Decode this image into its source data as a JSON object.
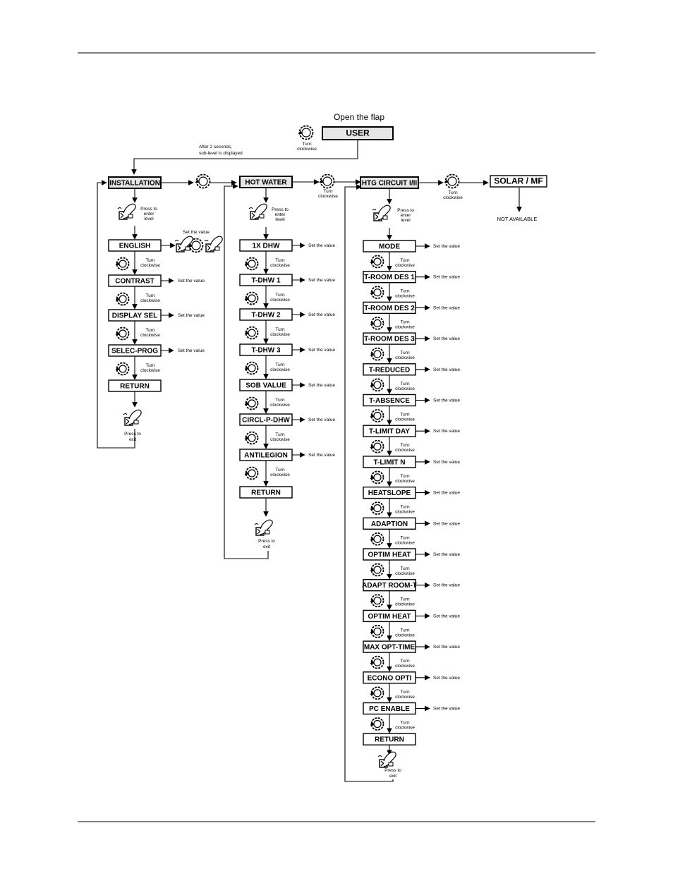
{
  "header": {
    "top_open_flap": "Open the flap"
  },
  "user_box": "USER",
  "after_note_1": "After 2 seconds,",
  "after_note_2": "sub-level is displayed",
  "turn_1": "Turn",
  "turn_2": "clockwise",
  "press_enter_1": "Press to",
  "press_enter_2": "enter",
  "press_enter_3": "level",
  "press_exit_1": "Press to",
  "press_exit_2": "exit",
  "set_value": "Set the value",
  "not_available": "NOT AVAILABLE",
  "levels": [
    {
      "title": "INSTALLATION",
      "items": [
        "ENGLISH",
        "CONTRAST",
        "DISPLAY SEL",
        "SELEC-PROG",
        "RETURN"
      ]
    },
    {
      "title": "HOT WATER",
      "items": [
        "1X DHW",
        "T-DHW 1",
        "T-DHW 2",
        "T-DHW 3",
        "SOB VALUE",
        "CIRCL-P-DHW",
        "ANTILEGION",
        "RETURN"
      ]
    },
    {
      "title": "HTG CIRCUIT I/II",
      "items": [
        "MODE",
        "T-ROOM DES 1",
        "T-ROOM DES 2",
        "T-ROOM DES 3",
        "T-REDUCED",
        "T-ABSENCE",
        "T-LIMIT DAY",
        "T-LIMIT N",
        "HEATSLOPE",
        "ADAPTION",
        "OPTIM HEAT",
        "ADAPT ROOM-T",
        "OPTIM HEAT",
        "MAX OPT-TIME",
        "ECONO OPTI",
        "PC ENABLE",
        "RETURN"
      ]
    },
    {
      "title": "SOLAR / MF",
      "items": []
    }
  ]
}
